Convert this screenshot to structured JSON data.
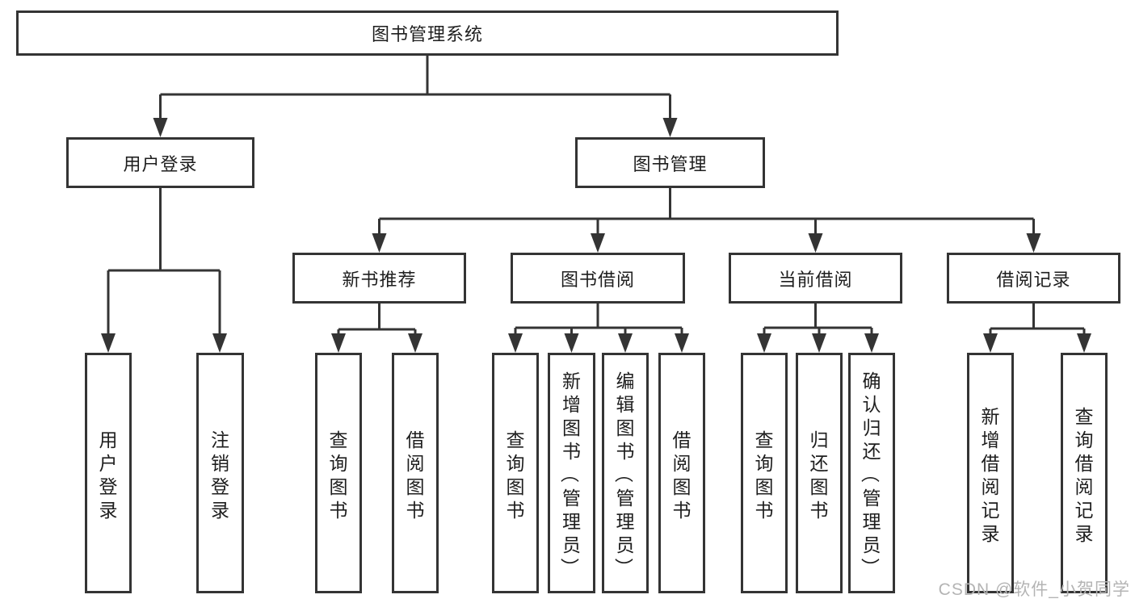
{
  "diagram": {
    "type": "tree",
    "title": "图书管理系统",
    "watermark": "CSDN @软件_小贺同学",
    "colors": {
      "background": "#ffffff",
      "line": "#343434",
      "border": "#343434",
      "text": "#1e1e1e",
      "watermark": "#b4b4b4"
    },
    "tree": {
      "label": "图书管理系统",
      "children": [
        {
          "label": "用户登录",
          "children": [
            {
              "label": "用户登录"
            },
            {
              "label": "注销登录"
            }
          ]
        },
        {
          "label": "图书管理",
          "children": [
            {
              "label": "新书推荐",
              "children": [
                {
                  "label": "查询图书"
                },
                {
                  "label": "借阅图书"
                }
              ]
            },
            {
              "label": "图书借阅",
              "children": [
                {
                  "label": "查询图书"
                },
                {
                  "label": "新增图书（管理员）"
                },
                {
                  "label": "编辑图书（管理员）"
                },
                {
                  "label": "借阅图书"
                }
              ]
            },
            {
              "label": "当前借阅",
              "children": [
                {
                  "label": "查询图书"
                },
                {
                  "label": "归还图书"
                },
                {
                  "label": "确认归还（管理员）"
                }
              ]
            },
            {
              "label": "借阅记录",
              "children": [
                {
                  "label": "新增借阅记录"
                },
                {
                  "label": "查询借阅记录"
                }
              ]
            }
          ]
        }
      ]
    }
  }
}
